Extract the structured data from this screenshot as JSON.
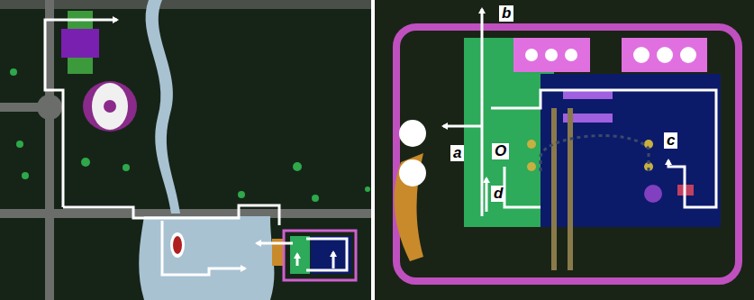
{
  "diagram": {
    "labels": [
      "a",
      "b",
      "O",
      "c",
      "d"
    ]
  }
}
